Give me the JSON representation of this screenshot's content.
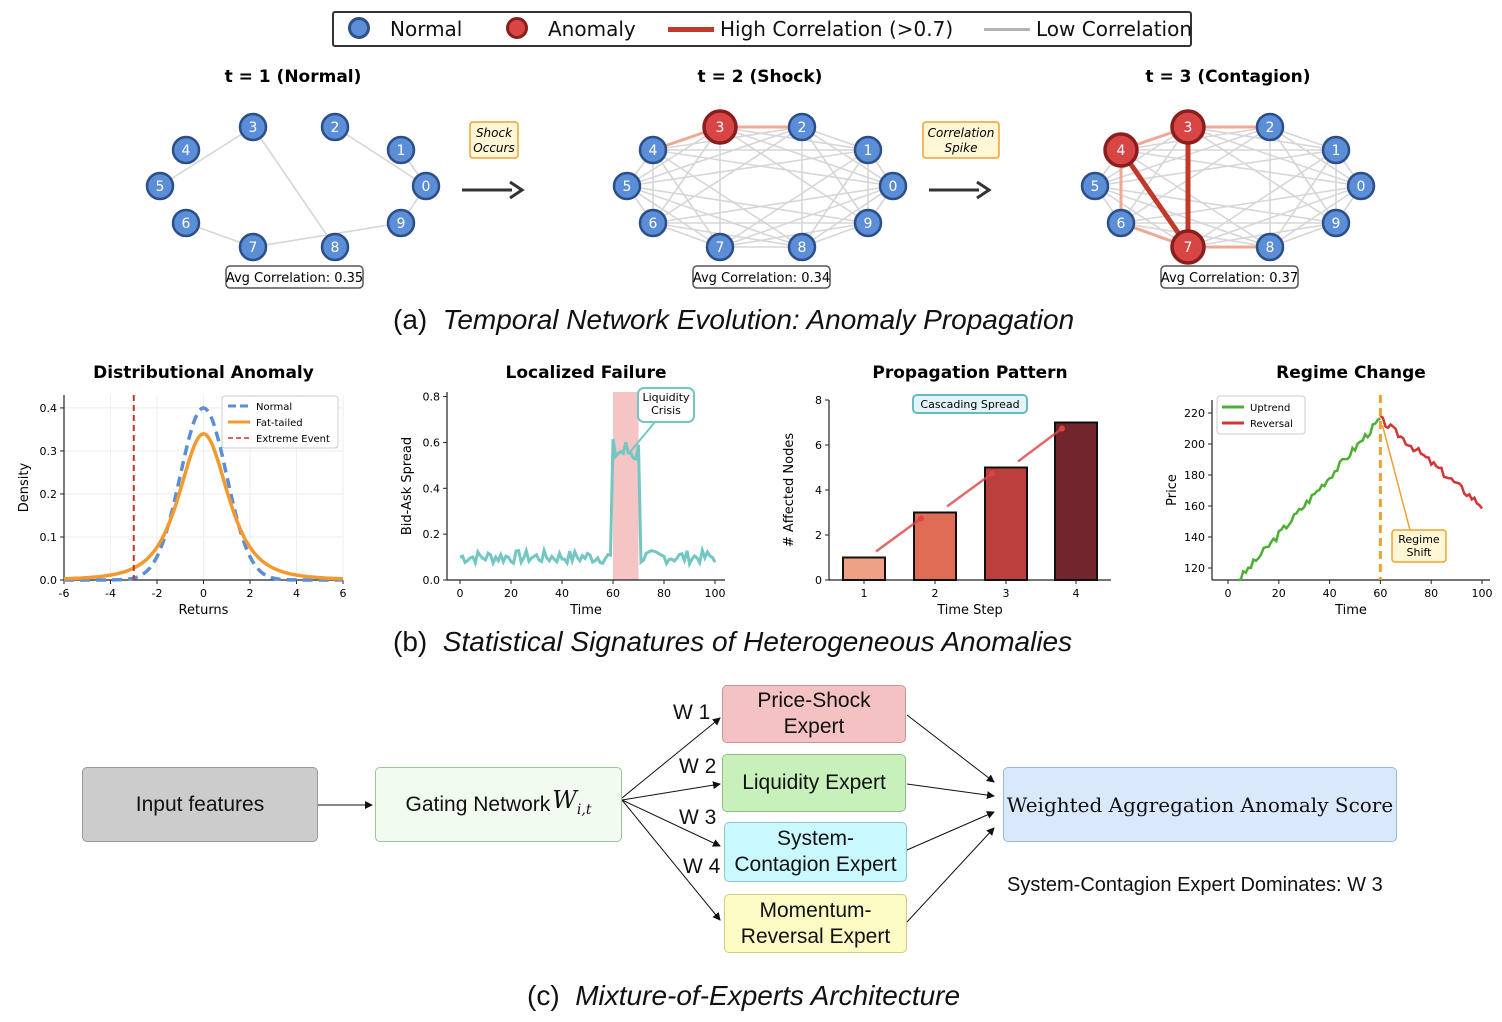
{
  "legend": {
    "normal": "Normal",
    "anomaly": "Anomaly",
    "high": "High Correlation (>0.7)",
    "low": "Low Correlation"
  },
  "panel_a": {
    "caption_letter": "(a)",
    "caption_text": "Temporal Network Evolution: Anomaly Propagation",
    "networks": [
      {
        "title": "t = 1 (Normal)",
        "avg": "Avg Correlation: 0.35",
        "anomalies": [],
        "low_edges": [
          [
            3,
            5
          ],
          [
            3,
            8
          ],
          [
            2,
            0
          ],
          [
            1,
            0
          ],
          [
            6,
            7
          ],
          [
            7,
            9
          ],
          [
            9,
            0
          ]
        ],
        "high_edges": [],
        "mid_edges": []
      },
      {
        "title": "t = 2 (Shock)",
        "avg": "Avg Correlation: 0.34",
        "anomalies": [
          3
        ],
        "low_edges": "dense",
        "high_edges": [],
        "mid_edges": [
          [
            3,
            4
          ],
          [
            3,
            2
          ]
        ]
      },
      {
        "title": "t = 3 (Contagion)",
        "avg": "Avg Correlation: 0.37",
        "anomalies": [
          3,
          4,
          7
        ],
        "low_edges": "dense",
        "high_edges": [
          [
            4,
            7
          ],
          [
            3,
            7
          ]
        ],
        "mid_edges": [
          [
            3,
            4
          ],
          [
            3,
            2
          ],
          [
            7,
            6
          ],
          [
            7,
            8
          ],
          [
            4,
            6
          ]
        ]
      }
    ],
    "notes": [
      {
        "line1": "Shock",
        "line2": "Occurs"
      },
      {
        "line1": "Correlation",
        "line2": "Spike"
      }
    ],
    "node_labels": [
      "0",
      "1",
      "2",
      "3",
      "4",
      "5",
      "6",
      "7",
      "8",
      "9"
    ]
  },
  "panel_b": {
    "caption_letter": "(b)",
    "caption_text": "Statistical Signatures of Heterogeneous Anomalies",
    "colors": {
      "normal": "#5b8ed6",
      "fat": "#f39a2e",
      "extreme": "#c0392b",
      "teal": "#72c7c3",
      "up": "#4caf34",
      "rev": "#d33434"
    },
    "chart_data": [
      {
        "type": "line",
        "title": "Distributional Anomaly",
        "xlabel": "Returns",
        "ylabel": "Density",
        "xlim": [
          -6,
          6
        ],
        "ylim": [
          0,
          0.43
        ],
        "xticks": [
          "-6",
          "-4",
          "-2",
          "0",
          "2",
          "4",
          "6"
        ],
        "yticks": [
          "0.0",
          "0.1",
          "0.2",
          "0.3",
          "0.4"
        ],
        "grid": true,
        "legend_position": "top-right",
        "series": [
          {
            "name": "Normal",
            "style": "dashed",
            "distribution": "normal",
            "mean": 0,
            "sd": 1.0,
            "peak": 0.4
          },
          {
            "name": "Fat-tailed",
            "style": "solid",
            "distribution": "t-like",
            "peak": 0.34
          },
          {
            "name": "Extreme Event",
            "style": "vertical-dashed",
            "x": -3
          }
        ]
      },
      {
        "type": "line",
        "title": "Localized Failure",
        "xlabel": "Time",
        "ylabel": "Bid-Ask Spread",
        "xlim": [
          0,
          100
        ],
        "ylim": [
          0,
          0.82
        ],
        "xticks": [
          "0",
          "20",
          "40",
          "60",
          "80",
          "100"
        ],
        "yticks": [
          "0.0",
          "0.2",
          "0.4",
          "0.6",
          "0.8"
        ],
        "grid": false,
        "shaded_region": [
          60,
          70
        ],
        "annotation": {
          "line1": "Liquidity",
          "line2": "Crisis",
          "x": 67,
          "y": 0.6
        },
        "series": [
          {
            "baseline": 0.1,
            "crisis_level": 0.55,
            "crisis_range": [
              60,
              70
            ]
          }
        ]
      },
      {
        "type": "bar",
        "title": "Propagation Pattern",
        "xlabel": "Time Step",
        "ylabel": "# Affected Nodes",
        "categories": [
          "1",
          "2",
          "3",
          "4"
        ],
        "values": [
          1,
          3,
          5,
          7
        ],
        "ylim": [
          0,
          8
        ],
        "yticks": [
          "0",
          "2",
          "4",
          "6",
          "8"
        ],
        "bar_colors": [
          "#eea183",
          "#e16c56",
          "#bb3f3c",
          "#72252c"
        ],
        "annotation": "Cascading Spread"
      },
      {
        "type": "line",
        "title": "Regime Change",
        "xlabel": "Time",
        "ylabel": "Price",
        "xlim": [
          -5,
          102
        ],
        "ylim": [
          112,
          225
        ],
        "xticks": [
          "0",
          "20",
          "40",
          "60",
          "80",
          "100"
        ],
        "yticks": [
          "120",
          "140",
          "160",
          "180",
          "200",
          "220"
        ],
        "legend_position": "top-left",
        "vline_x": 60,
        "annotation": {
          "line1": "Regime",
          "line2": "Shift"
        },
        "series": [
          {
            "name": "Uptrend",
            "x_start": 4,
            "y_start": 112,
            "x_end": 60,
            "y_end": 216
          },
          {
            "name": "Reversal",
            "x_start": 60,
            "y_start": 216,
            "x_end": 100,
            "y_end": 160
          }
        ]
      }
    ]
  },
  "panel_c": {
    "caption_letter": "(c)",
    "caption_text": "Mixture-of-Experts Architecture",
    "input": "Input features",
    "gating_text": "Gating Network",
    "gating_symbol": "W",
    "gating_sub": "i,t",
    "experts": [
      {
        "line1": "Price-Shock",
        "line2": "Expert",
        "weight": "W 1"
      },
      {
        "line1": "Liquidity Expert",
        "line2": "",
        "weight": "W 2"
      },
      {
        "line1": "System-",
        "line2": "Contagion Expert",
        "weight": "W 3"
      },
      {
        "line1": "Momentum-",
        "line2": "Reversal Expert",
        "weight": "W 4"
      }
    ],
    "aggregation": "Weighted Aggregation Anomaly Score",
    "dominates": "System-Contagion Expert Dominates: W 3"
  }
}
